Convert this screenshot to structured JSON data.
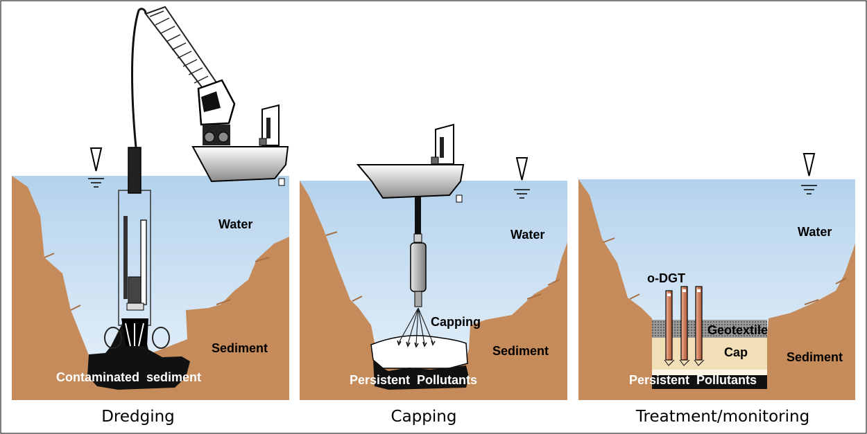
{
  "panels": [
    {
      "caption": "Dredging",
      "water_label": "Water",
      "sediment_label": "Sediment",
      "pollutant_label": "Contaminated  sediment"
    },
    {
      "caption": "Capping",
      "water_label": "Water",
      "sediment_label": "Sediment",
      "process_label": "Capping",
      "pollutant_label": "Persistent  Pollutants"
    },
    {
      "caption": "Treatment/monitoring",
      "water_label": "Water",
      "sediment_label": "Sediment",
      "sampler_label": "o-DGT",
      "geotextile_label": "Geotextile",
      "cap_label": "Cap",
      "pollutant_label": "Persistent  Pollutants"
    }
  ],
  "colors": {
    "water_top": "#b4d2ec",
    "water_bottom": "#e6f1fa",
    "sediment": "#c68b5a",
    "pollutant": "#111111",
    "cap_fill": "#f1dfb8",
    "dgt_probe": "#d98a66"
  }
}
